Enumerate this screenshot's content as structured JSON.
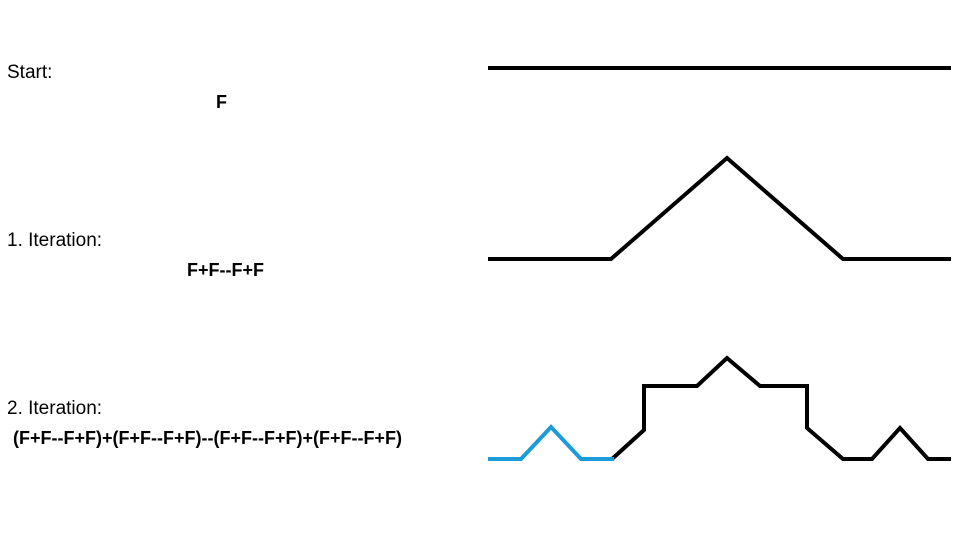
{
  "stages": [
    {
      "label": "Start:",
      "formula": "F"
    },
    {
      "label": "1. Iteration:",
      "formula": "F+F--F+F"
    },
    {
      "label": "2. Iteration:",
      "formula": "(F+F--F+F)+(F+F--F+F)--(F+F--F+F)+(F+F--F+F)"
    }
  ],
  "colors": {
    "line": "#000000",
    "highlight": "#1b9bd7"
  }
}
